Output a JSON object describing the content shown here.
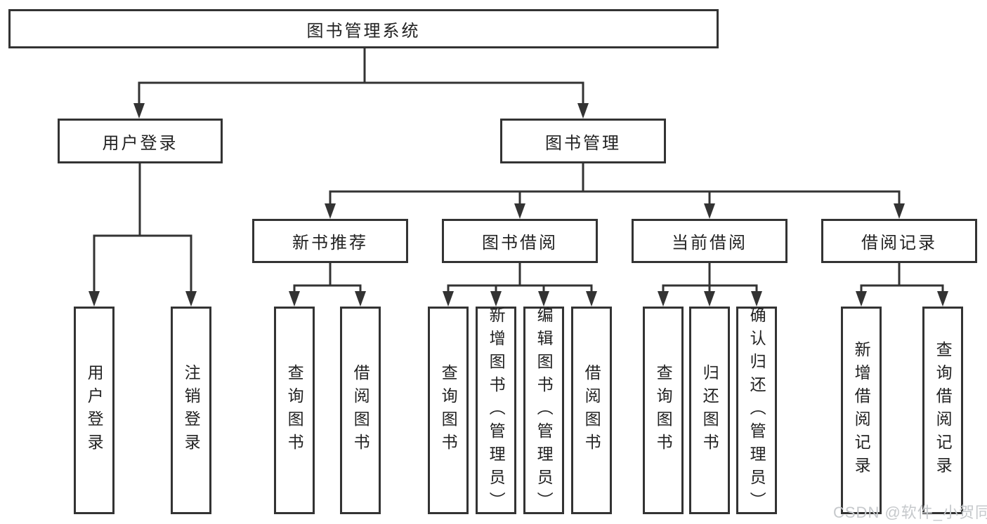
{
  "diagram": {
    "root": {
      "label": "图书管理系统"
    },
    "level2": [
      {
        "label": "用户登录"
      },
      {
        "label": "图书管理"
      }
    ],
    "level3": [
      {
        "label": "新书推荐"
      },
      {
        "label": "图书借阅"
      },
      {
        "label": "当前借阅"
      },
      {
        "label": "借阅记录"
      }
    ],
    "leaves": {
      "user_login": [
        "用户登录",
        "注销登录"
      ],
      "new_book_recommend": [
        "查询图书",
        "借阅图书"
      ],
      "book_borrow": [
        "查询图书",
        "新增图书（管理员）",
        "编辑图书（管理员）",
        "借阅图书"
      ],
      "current_borrow": [
        "查询图书",
        "归还图书",
        "确认归还（管理员）"
      ],
      "borrow_records": [
        "新增借阅记录",
        "查询借阅记录"
      ]
    }
  },
  "watermark": {
    "text": "CSDN @软件_小贺同学"
  },
  "colors": {
    "line": "#333333",
    "box_border": "#333333",
    "box_fill": "#ffffff",
    "text": "#222222",
    "watermark": "#c6c9cc",
    "background": "#ffffff"
  }
}
